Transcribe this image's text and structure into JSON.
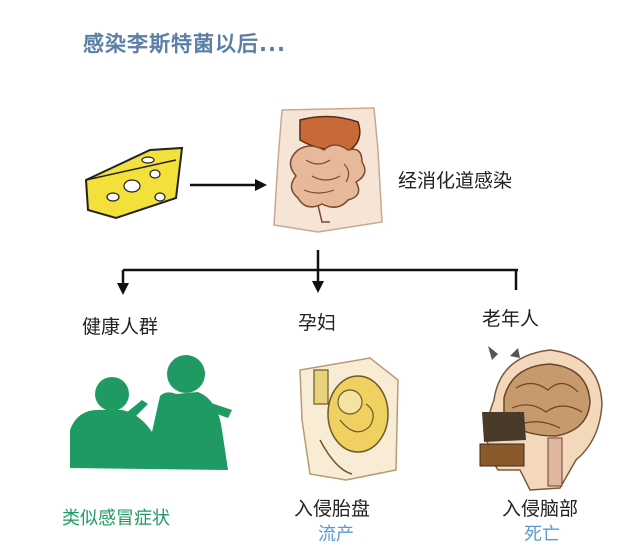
{
  "title": "感染李斯特菌以后...",
  "step1": "经消化道感染",
  "groups": [
    {
      "label": "健康人群",
      "result": "类似感冒症状"
    },
    {
      "label": "孕妇",
      "result": "入侵胎盘",
      "outcome": "流产"
    },
    {
      "label": "老年人",
      "result": "入侵脑部",
      "outcome": "死亡"
    }
  ],
  "colors": {
    "title": "#5b7fa6",
    "green": "#1e9a62",
    "blue": "#5a9ad6",
    "cheese": "#f3e03a"
  }
}
